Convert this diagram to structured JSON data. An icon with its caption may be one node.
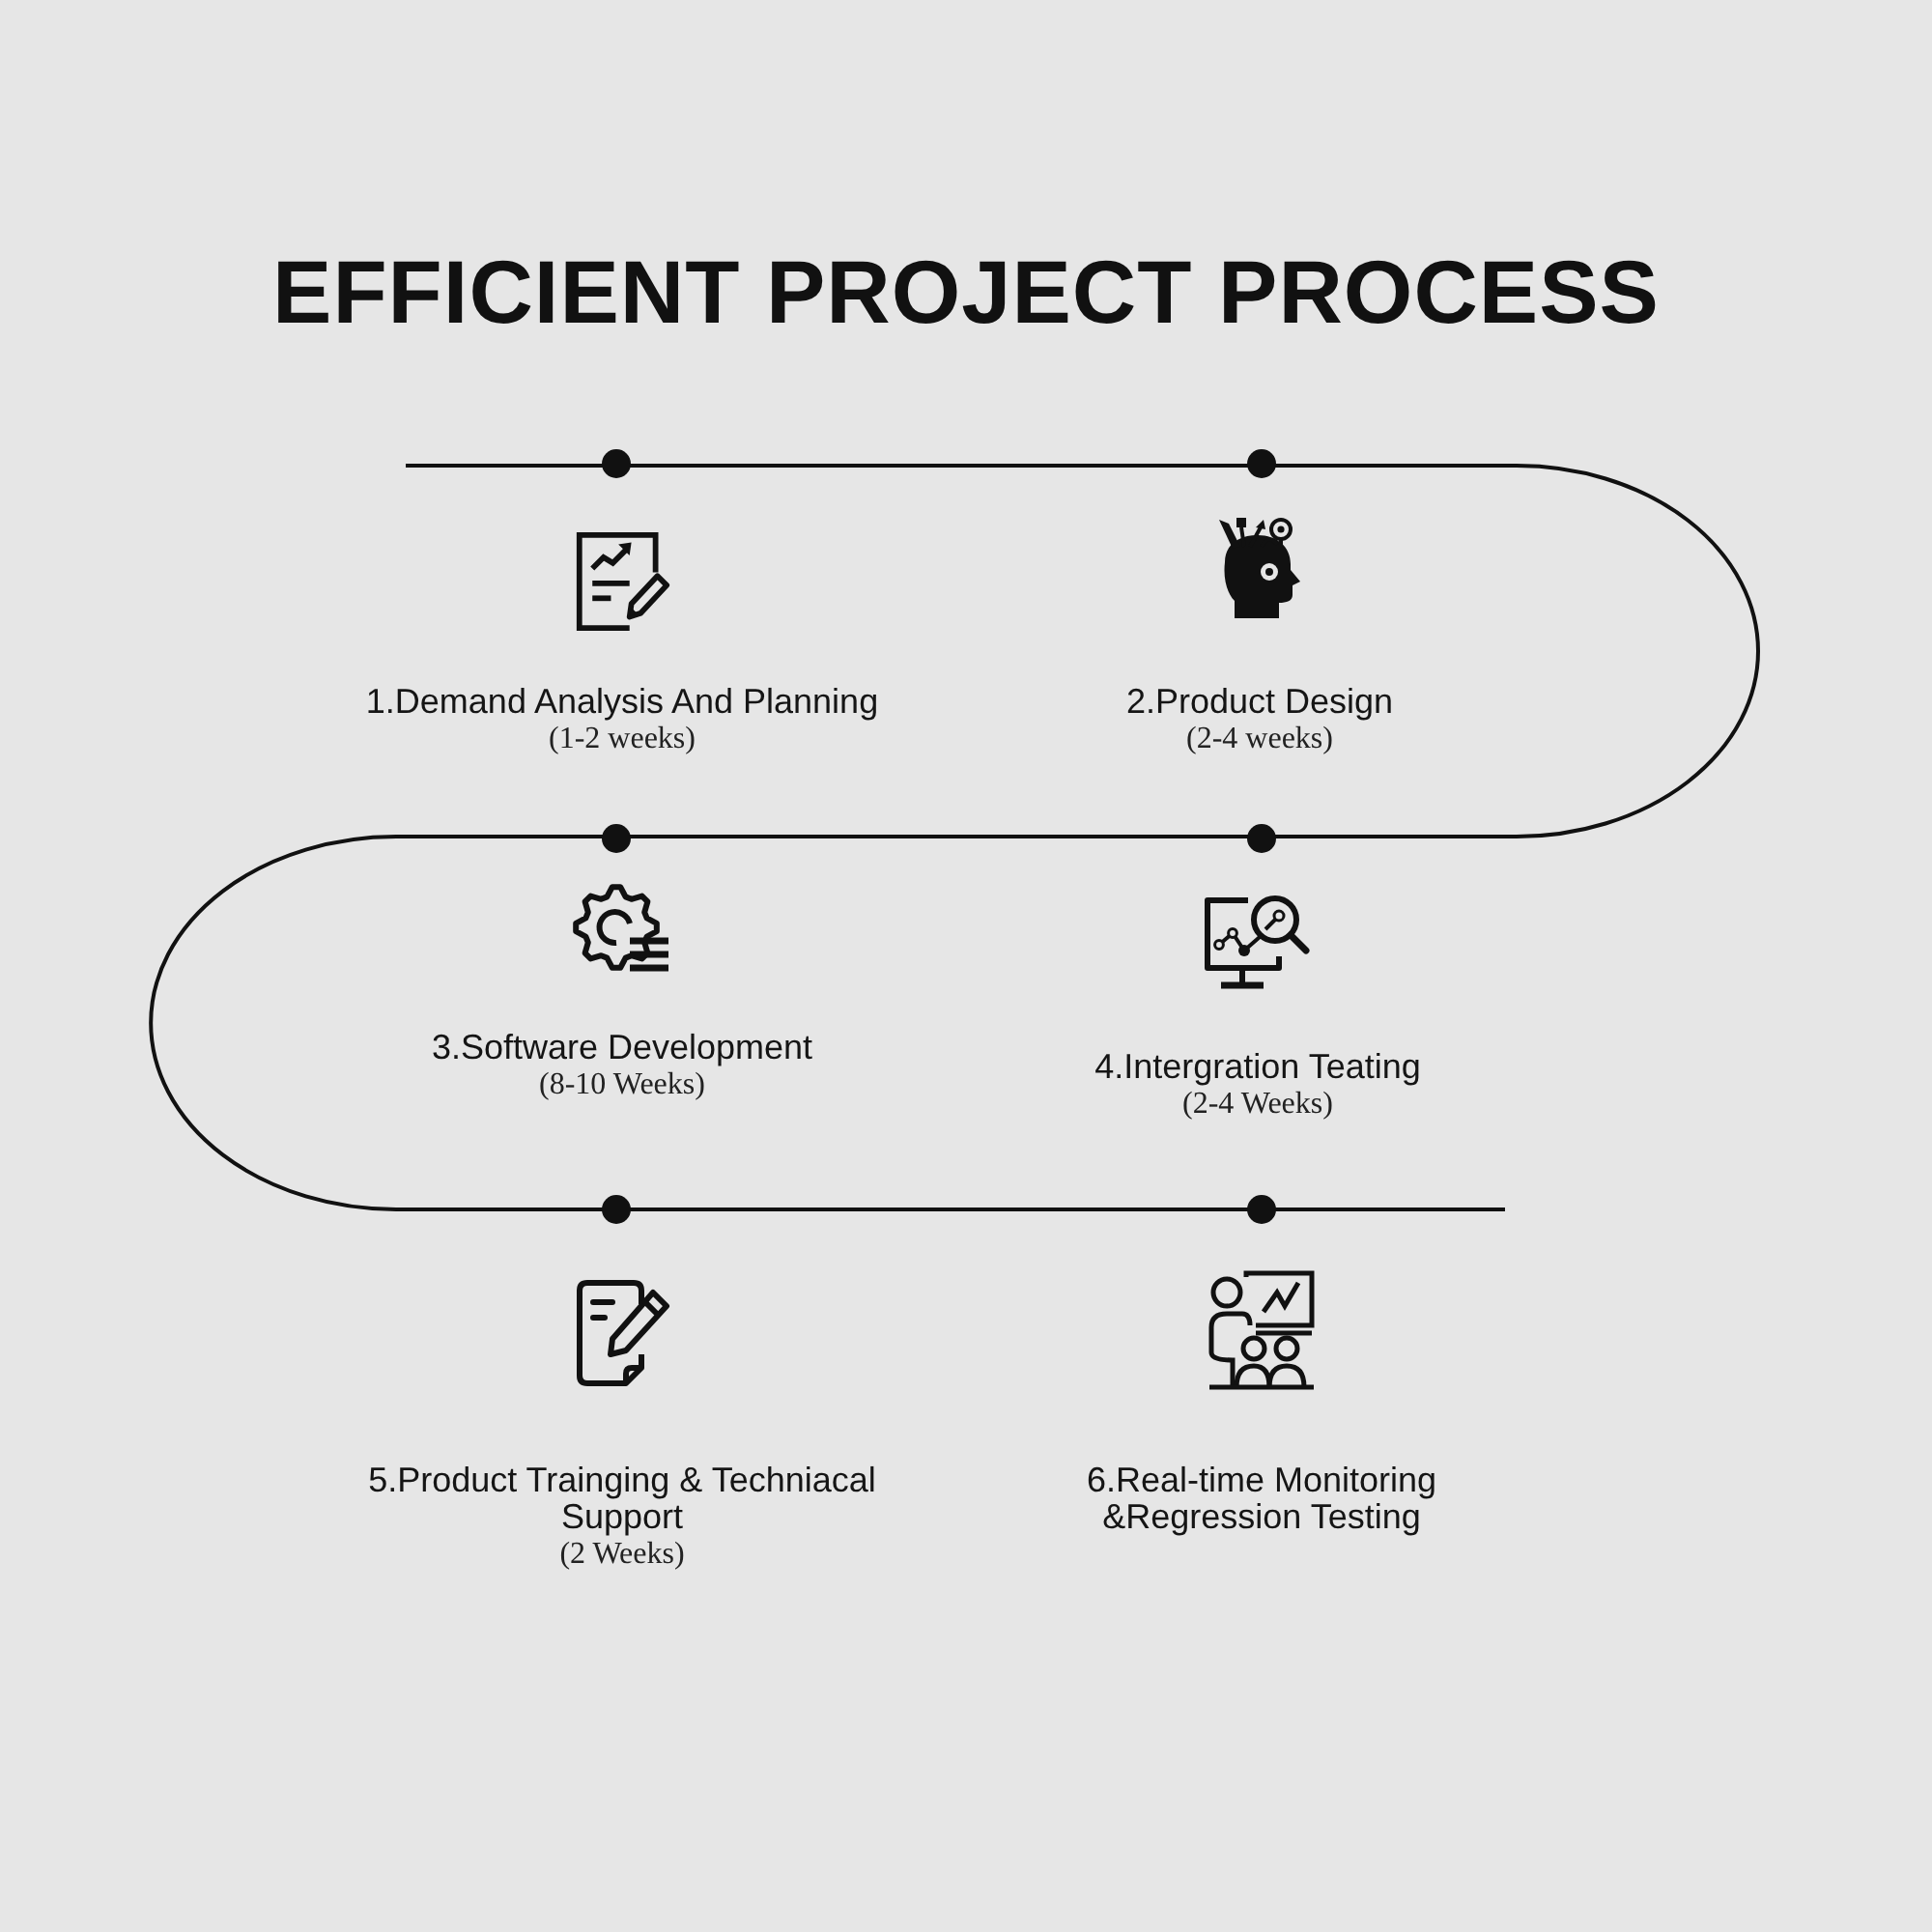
{
  "diagram": {
    "title": "EFFICIENT PROJECT PROCESS",
    "nodes": [
      {
        "text": [
          "1.Demand Analysis And Planning",
          "(1-2 weeks)"
        ]
      },
      {
        "text": [
          "2.Product Design",
          "(2-4 weeks)"
        ]
      },
      {
        "text": [
          "3.Software Development",
          "(8-10 Weeks)"
        ]
      },
      {
        "text": [
          "4.Intergration Teating",
          "(2-4 Weeks)"
        ]
      },
      {
        "text": [
          "5.Product Trainging & Techniacal Support",
          "(2 Weeks)"
        ]
      },
      {
        "text": [
          "6.Real-time Monitoring &Regression Testing"
        ]
      }
    ]
  }
}
